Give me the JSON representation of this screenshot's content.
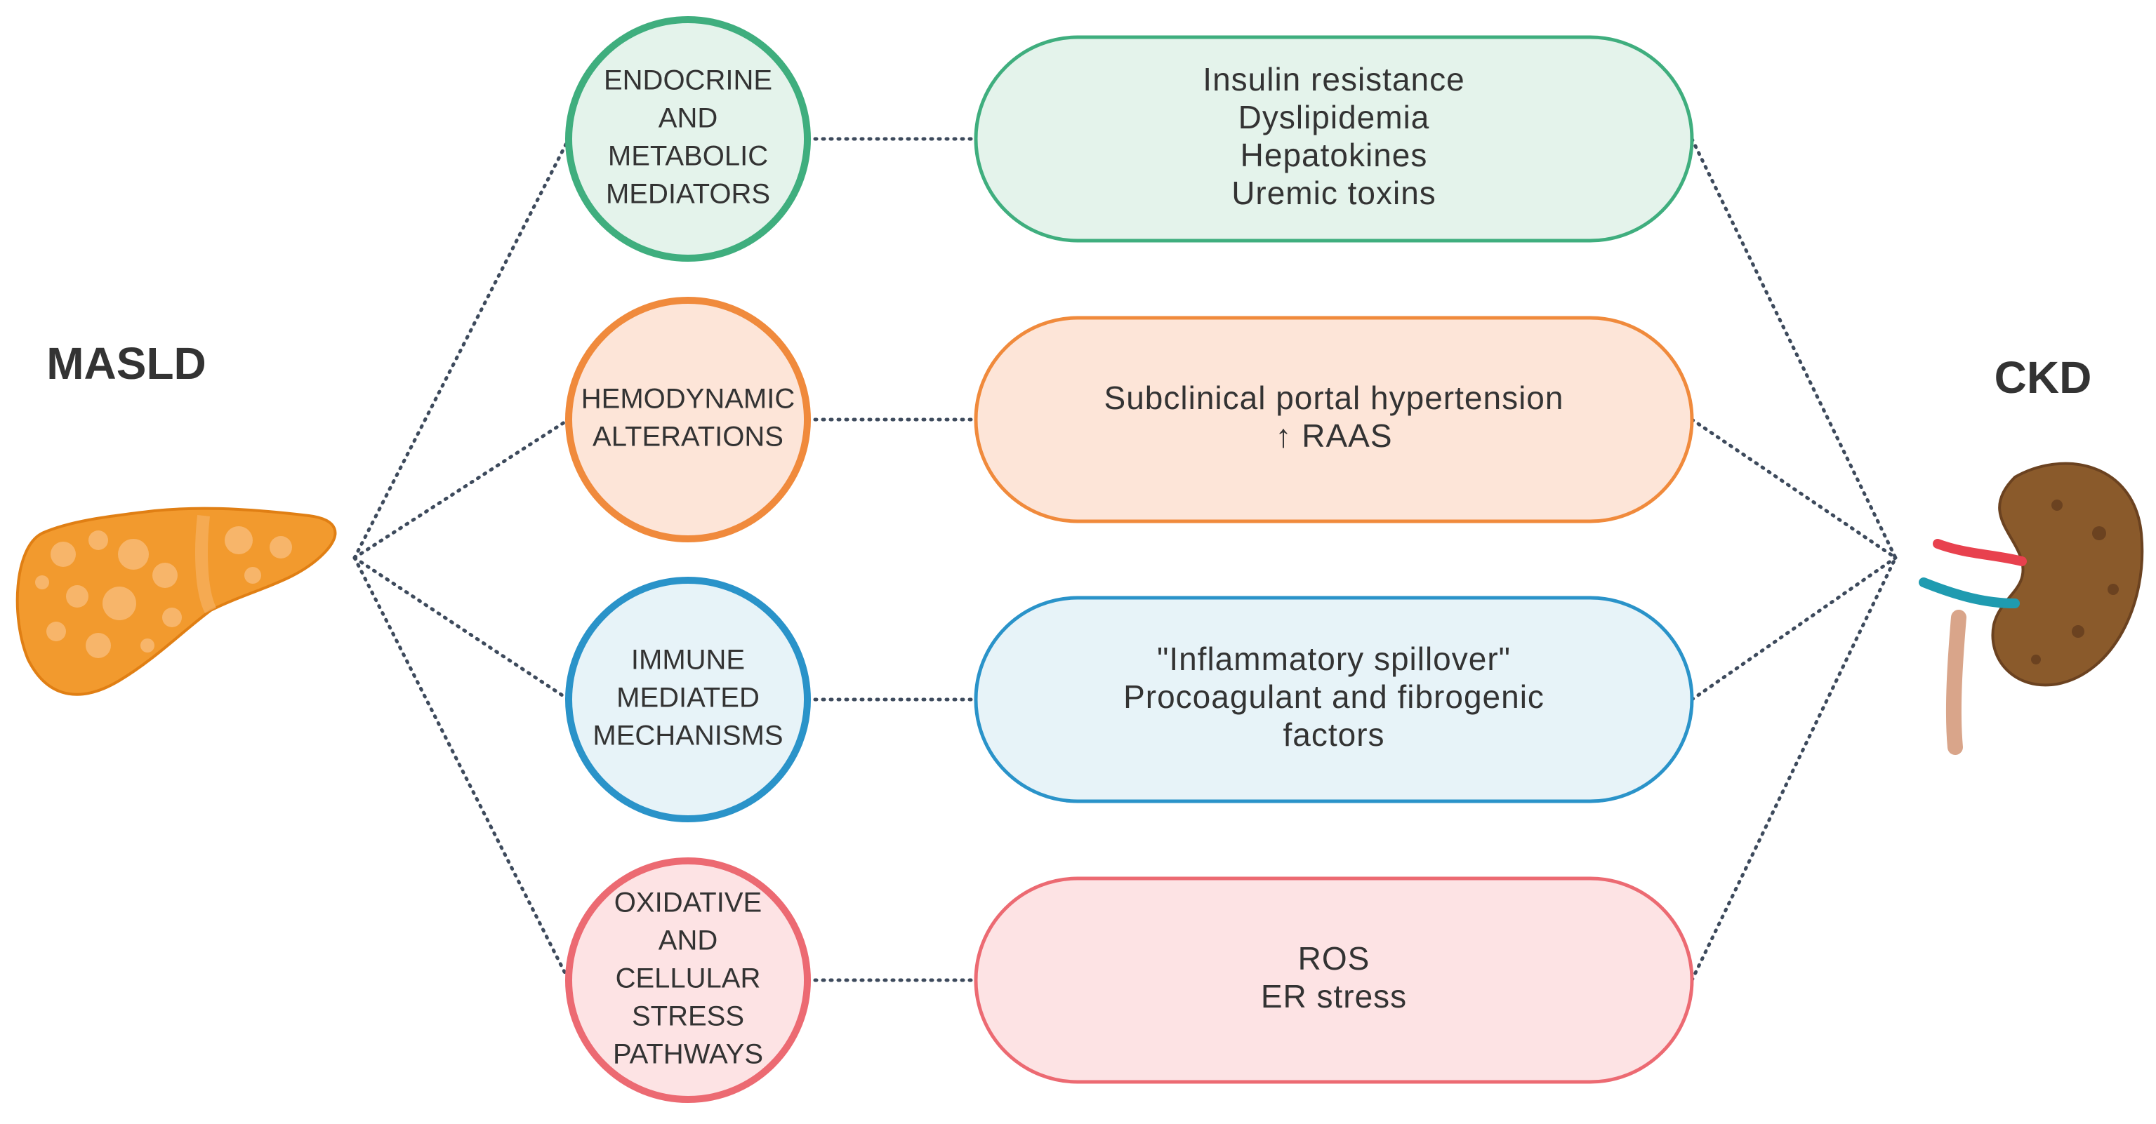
{
  "left_node": {
    "label": "MASLD",
    "icon": "liver-icon"
  },
  "right_node": {
    "label": "CKD",
    "icon": "kidney-icon"
  },
  "pathways": [
    {
      "id": "endocrine",
      "circle_lines": [
        "ENDOCRINE",
        "AND",
        "METABOLIC",
        "MEDIATORS"
      ],
      "box_lines": [
        "Insulin resistance",
        "Dyslipidemia",
        "Hepatokines",
        "Uremic toxins"
      ],
      "stroke": "#3fae7e",
      "fill": "#e4f3eb"
    },
    {
      "id": "hemodynamic",
      "circle_lines": [
        "HEMODYNAMIC",
        "ALTERATIONS"
      ],
      "box_lines": [
        "Subclinical portal hypertension",
        "↑ RAAS"
      ],
      "stroke": "#f08a3c",
      "fill": "#fde5d8"
    },
    {
      "id": "immune",
      "circle_lines": [
        "IMMUNE",
        "MEDIATED",
        "MECHANISMS"
      ],
      "box_lines": [
        "\"Inflammatory spillover\"",
        "Procoagulant and fibrogenic",
        "factors"
      ],
      "stroke": "#2a93c9",
      "fill": "#e7f3f8"
    },
    {
      "id": "oxidative",
      "circle_lines": [
        "OXIDATIVE",
        "AND",
        "CELLULAR",
        "STRESS",
        "PATHWAYS"
      ],
      "box_lines": [
        "ROS",
        "ER stress"
      ],
      "stroke": "#ec6a72",
      "fill": "#fde3e4"
    }
  ],
  "colors": {
    "connector": "#3d4a5c",
    "liver": "#f29a2e",
    "kidney": "#8a5a2b"
  }
}
